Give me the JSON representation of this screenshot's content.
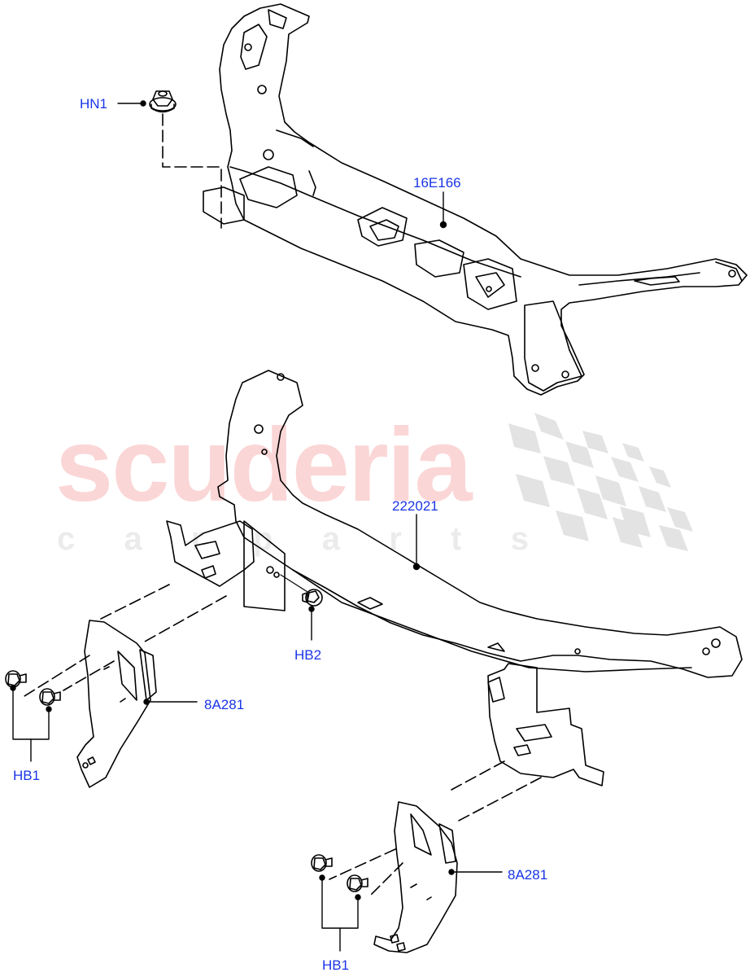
{
  "diagram": {
    "type": "exploded-parts-diagram",
    "subject": "front end carrier / radiator support assembly",
    "label_color": "#1a35e6",
    "line_color": "#000000"
  },
  "watermark": {
    "main_text": "scuderia",
    "sub_letters": [
      "c",
      "a",
      "r",
      "p",
      "a",
      "r",
      "t",
      "s"
    ],
    "main_color": "#fbd6d6",
    "sub_color": "#ebebeb",
    "flag_color": "#e3e3e3"
  },
  "callouts": [
    {
      "id": "hn1",
      "label": "HN1"
    },
    {
      "id": "16e166",
      "label": "16E166"
    },
    {
      "id": "222021",
      "label": "222021"
    },
    {
      "id": "hb2",
      "label": "HB2"
    },
    {
      "id": "8a281-left",
      "label": "8A281"
    },
    {
      "id": "hb1-left",
      "label": "HB1"
    },
    {
      "id": "8a281-right",
      "label": "8A281"
    },
    {
      "id": "hb1-right",
      "label": "HB1"
    }
  ]
}
